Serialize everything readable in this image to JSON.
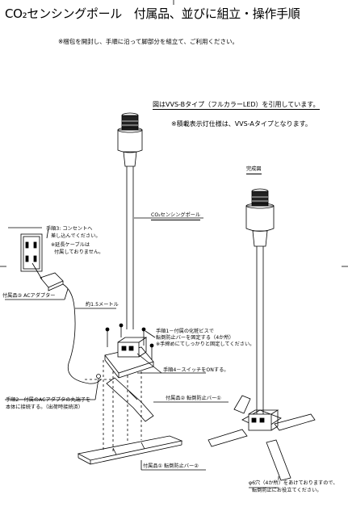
{
  "header": {
    "title": "CO₂センシングポール　付属品、並びに組立・操作手順",
    "subtitle": "※梱包を開封し、手順に沿って脚部分を組立て、ご利用ください。"
  },
  "notes": {
    "figure_note": "図はVVS-Bタイプ（フルカラーLED）を引用しています。",
    "light_note": "※積載表示灯仕様は、VVS-Aタイプとなります。"
  },
  "labels": {
    "completed": "完成図",
    "pole": "CO₂センシングポール",
    "step3_line1": "手順3: コンセントへ",
    "step3_line2": "差し込んでください。",
    "step3_line3": "※延長ケーブルは",
    "step3_line4": "付属しておりません。",
    "adapter": "付属品③ ACアダプター",
    "cable_length": "約1.5メートル",
    "step1_line1": "手順1－付属の化粧ビスで",
    "step1_line2": "転倒防止バーを固定する（4か所）",
    "step1_line3": "※手締めにてしっかりと固定してください。",
    "step4": "手順4－スイッチをONする。",
    "step2_line1": "手順2－付属のACアダプタの丸端子を",
    "step2_line2": "本体に接続する。（出荷時接続済）",
    "bar1": "付属品② 転倒防止バー①",
    "bar2": "付属品① 転倒防止バー②",
    "holes_line1": "φ6穴（4か所）をあけておりますので、",
    "holes_line2": "転倒防止にお役立てください。"
  }
}
